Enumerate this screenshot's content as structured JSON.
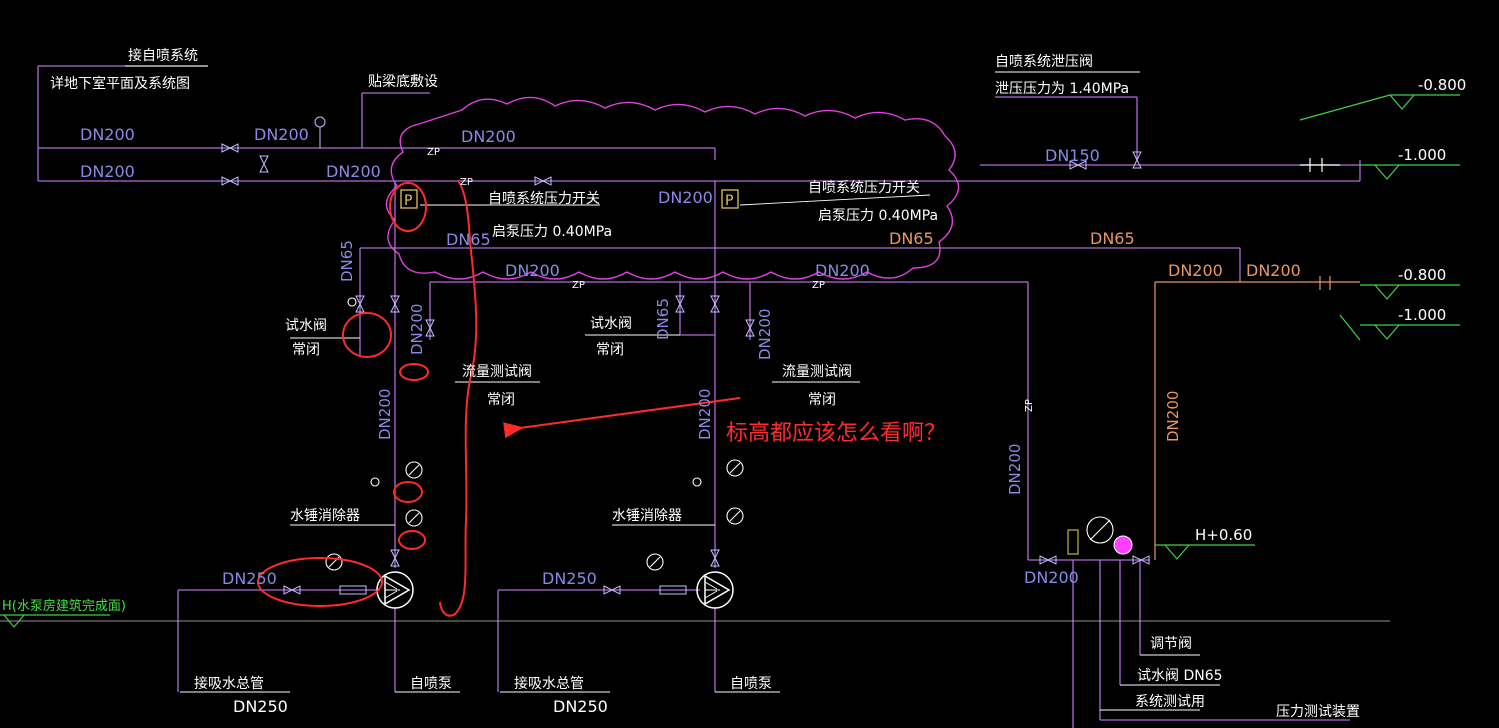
{
  "colors": {
    "background": "#000000",
    "pipe": "#b06cd8",
    "cloud": "#e040e0",
    "text_blue": "#8a8ae6",
    "text_white": "#ffffff",
    "text_orange": "#e8a070",
    "pipe_orange": "#e89860",
    "text_green": "#40e040",
    "level_green": "#40d040",
    "annotation_red": "#ff2a2a",
    "gauge_magenta": "#ff40ff",
    "p_box": "#e0c060"
  },
  "labels": {
    "top_left_title": "接自喷系统",
    "top_left_sub": "详地下室平面及系统图",
    "beam_note": "贴梁底敷设",
    "relief_valve_title": "自喷系统泄压阀",
    "relief_valve_pressure": "泄压压力为 1.40MPa",
    "pressure_switch_1_title": "自喷系统压力开关",
    "pressure_switch_1_pressure": "启泵压力 0.40MPa",
    "pressure_switch_2_title": "自喷系统压力开关",
    "pressure_switch_2_pressure": "启泵压力 0.40MPa",
    "p_symbol": "P",
    "test_valve_1": "试水阀",
    "test_valve_1_state": "常闭",
    "test_valve_2": "试水阀",
    "test_valve_2_state": "常闭",
    "flow_valve_1": "流量测试阀",
    "flow_valve_1_state": "常闭",
    "flow_valve_2": "流量测试阀",
    "flow_valve_2_state": "常闭",
    "water_hammer_1": "水锤消除器",
    "water_hammer_2": "水锤消除器",
    "floor_label": "H(水泵房建筑完成面)",
    "suction_main_1": "接吸水总管",
    "suction_main_1_dn": "DN250",
    "suction_main_2": "接吸水总管",
    "suction_main_2_dn": "DN250",
    "pump_1": "自喷泵",
    "pump_2": "自喷泵",
    "regulating_valve": "调节阀",
    "test_valve_dn65": "试水阀 DN65",
    "system_test": "系统测试用",
    "pressure_test_device": "压力测试装置",
    "question": "标高都应该怎么看啊？",
    "zp": "ZP",
    "level_h060": "H+0.60",
    "levels": [
      "-0.800",
      "-1.000",
      "-0.800",
      "-1.000"
    ]
  },
  "dn": {
    "dn200": "DN200",
    "dn150": "DN150",
    "dn65": "DN65",
    "dn250": "DN250"
  }
}
